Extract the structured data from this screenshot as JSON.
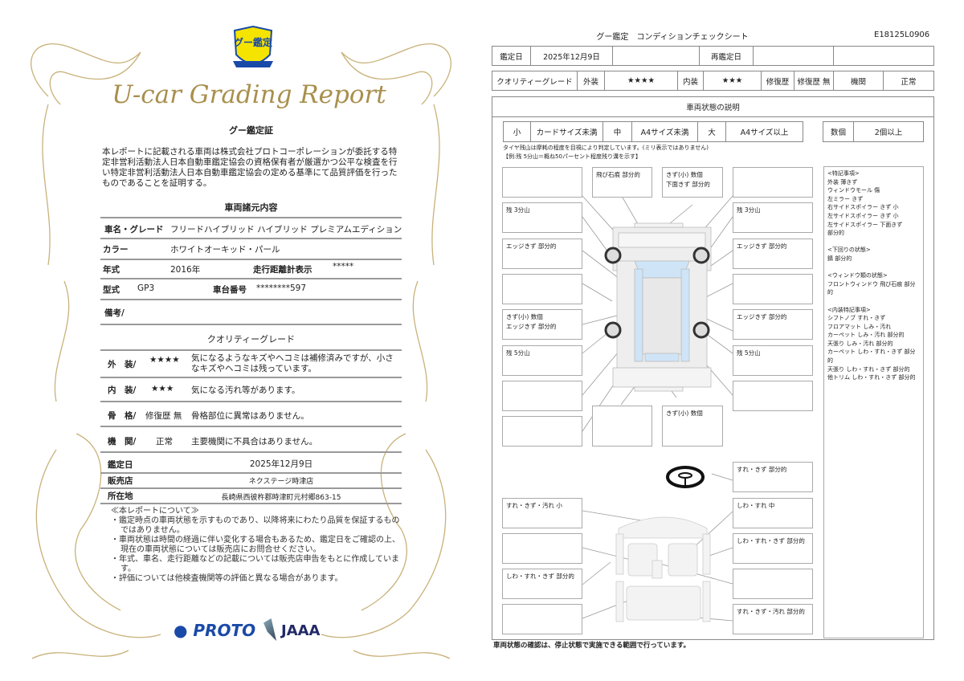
{
  "left": {
    "logo_text": "グー鑑定",
    "script_title": "U-car Grading Report",
    "cert_title": "グー鑑定証",
    "cert_text": "本レポートに記載される車両は株式会社プロトコーポレーションが委託する特定非営利活動法人日本自動車鑑定協会の資格保有者が厳選かつ公平な検査を行い特定非営利活動法人日本自動車鑑定協会の定める基準にて品質評価を行ったものであることを証明する。",
    "spec_title": "車両諸元内容",
    "specs": {
      "name_label": "車名・グレード",
      "name": "フリードハイブリッド ハイブリッド プレミアムエディション",
      "color_label": "カラー",
      "color": "ホワイトオーキッド・パール",
      "year_label": "年式",
      "year": "2016年",
      "mileage_label": "走行距離計表示",
      "mileage": "*****",
      "model_label": "型式",
      "model": "GP3",
      "chassis_label": "車台番号",
      "chassis": "********597",
      "remarks_label": "備考/"
    },
    "grade_title": "クオリティーグレード",
    "grades": [
      {
        "label": "外　装/",
        "value": "★★★★",
        "desc": "気になるようなキズやヘコミは補修済みですが、小さなキズやヘコミは残っています。"
      },
      {
        "label": "内　装/",
        "value": "★★★",
        "desc": "気になる汚れ等があります。"
      },
      {
        "label": "骨　格/",
        "value": "修復歴 無",
        "desc": "骨格部位に異常はありません。"
      },
      {
        "label": "機　関/",
        "value": "正常",
        "desc": "主要機関に不具合はありません。"
      }
    ],
    "date_label": "鑑定日",
    "date": "2025年12月9日",
    "shop_label": "販売店",
    "shop": "ネクステージ時津店",
    "address_label": "所在地",
    "address": "長崎県西彼杵郡時津町元村郷863-15",
    "notes_title": "≪本レポートについて≫",
    "notes": [
      "・鑑定時点の車両状態を示すものであり、以降将来にわたり品質を保証するものではありません。",
      "・車両状態は時間の経過に伴い変化する場合もあるため、鑑定日をご確認の上、現在の車両状態については販売店にお問合せください。",
      "・年式、車名、走行距離などの記載については販売店申告をもとに作成しています。",
      "・評価については他検査機関等の評価と異なる場合があります。"
    ],
    "logo_proto": "PROTO",
    "logo_jaaa": "JAAA"
  },
  "right": {
    "title": "グー鑑定　コンディションチェックシート",
    "code": "E18125L0906",
    "date_label": "鑑定日",
    "date": "2025年12月9日",
    "redate_label": "再鑑定日",
    "grade_label": "クオリティーグレード",
    "ext_label": "外装",
    "ext": "★★★★",
    "int_label": "内装",
    "int": "★★★",
    "repair_label": "修復歴",
    "repair": "修復歴 無",
    "engine_label": "機関",
    "engine": "正常",
    "section_title": "車両状態の説明",
    "legend": [
      "小",
      "カードサイズ未満",
      "中",
      "A4サイズ未満",
      "大",
      "A4サイズ以上"
    ],
    "count_label": "数個",
    "count": "2個以上",
    "tire_note1": "タイヤ残山は摩耗の程度を目視により判定しています。(ミリ表示ではありません)",
    "tire_note2": "【例:残 5分山＝概ね50パーセント程度残り溝を示す】",
    "exterior_left": [
      "",
      "残 3分山",
      "エッジきず 部分的",
      "",
      "きず(小) 数個\nエッジきず 部分的",
      "残 5分山",
      "",
      ""
    ],
    "exterior_top": [
      "飛び石痕 部分的",
      "きず(小) 数個\n下面きず 部分的"
    ],
    "exterior_bottom": [
      "",
      "きず(小) 数個"
    ],
    "exterior_right": [
      "",
      "残 3分山",
      "エッジきず 部分的",
      "",
      "エッジきず 部分的",
      "残 5分山",
      ""
    ],
    "interior_left": [
      "すれ・きず・汚れ 小",
      "",
      "しわ・すれ・きず 部分的",
      ""
    ],
    "interior_right": [
      "すれ・きず 部分的",
      "しわ・すれ 中",
      "しわ・すれ・きず 部分的",
      "",
      "すれ・きず・汚れ 部分的"
    ],
    "notes": "<特記事項>\n外装 薄きず\nウィンドウモール 傷\n左ミラー きず\n右サイドスポイラー きず 小\n左サイドスポイラー きず 小\n左サイドスポイラー 下面きず\n部分的\n\n<下回りの状態>\n錆 部分的\n\n<ウィンドウ類の状態>\nフロントウィンドウ 飛び石痕 部分的\n\n<内装特記事項>\nシフトノブ すれ・きず\nフロアマット しみ・汚れ\nカーペット しみ・汚れ 部分的\n天張り しみ・汚れ 部分的\nカーペット しわ・すれ・きず 部分的\n天張り しわ・すれ・きず 部分的\n他トリム しわ・すれ・きず 部分的",
    "footer": "車両状態の確認は、停止状態で実施できる範囲で行っています。"
  },
  "colors": {
    "gold": "#b59a55",
    "logo_yellow": "#f5e400",
    "logo_blue": "#1a4aa8",
    "glass": "#cfe4f7"
  }
}
